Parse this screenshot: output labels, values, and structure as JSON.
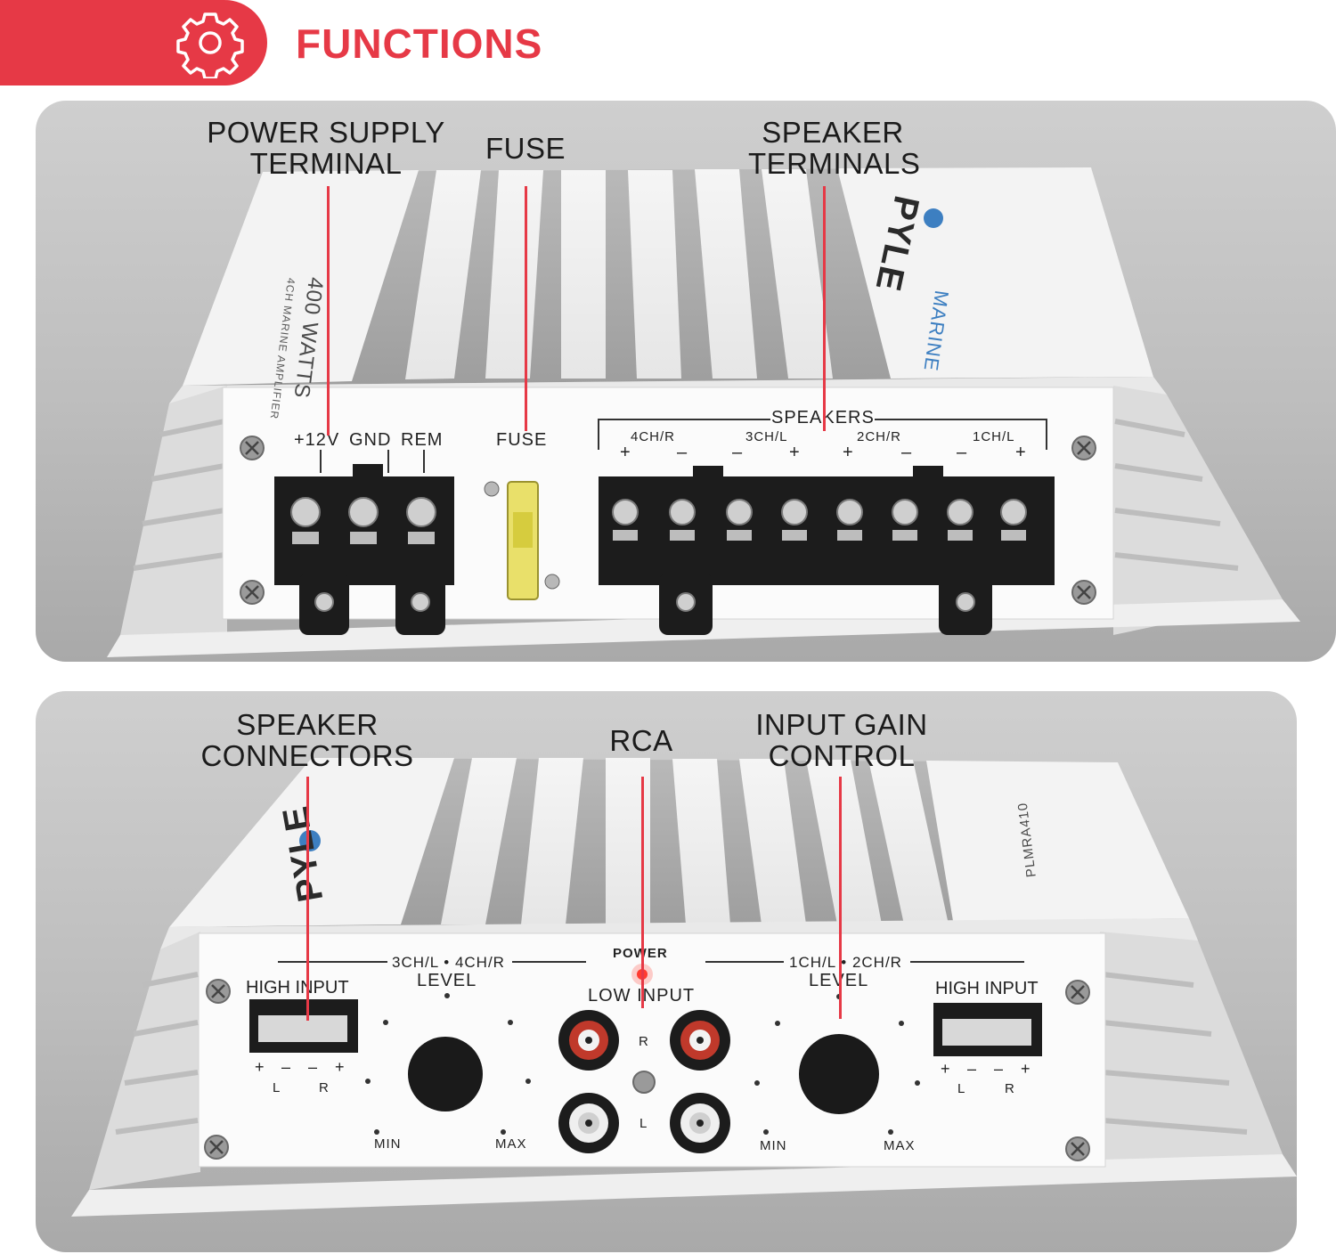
{
  "header": {
    "title": "FUNCTIONS",
    "icon": "gear-icon",
    "accent_color": "#e63946"
  },
  "top_panel": {
    "callouts": {
      "power_supply_terminal": [
        "POWER SUPPLY",
        "TERMINAL"
      ],
      "fuse": "FUSE",
      "speaker_terminals": [
        "SPEAKER",
        "TERMINALS"
      ]
    },
    "device": {
      "brand": "PYLE",
      "model_text": "400 WATTS",
      "sub_text": "4CH MARINE AMPLIFIER",
      "series": "MARINE",
      "power_labels": [
        "+12V",
        "GND",
        "REM"
      ],
      "fuse_label": "FUSE",
      "speakers_label": "SPEAKERS",
      "channels": [
        "4CH/R",
        "3CH/L",
        "2CH/R",
        "1CH/L"
      ],
      "polarity": [
        "+",
        "–",
        "–",
        "+",
        "+",
        "–",
        "–",
        "+"
      ]
    }
  },
  "bottom_panel": {
    "callouts": {
      "speaker_connectors": [
        "SPEAKER",
        "CONNECTORS"
      ],
      "rca": "RCA",
      "input_gain_control": [
        "INPUT GAIN",
        "CONTROL"
      ]
    },
    "device": {
      "brand": "PYLE",
      "model_text": "PLMRA410",
      "power_label": "POWER",
      "left_group": "3CH/L • 4CH/R",
      "right_group": "1CH/L • 2CH/R",
      "level": "LEVEL",
      "high_input": "HIGH INPUT",
      "low_input": "LOW INPUT",
      "rca_r": "R",
      "rca_l": "L",
      "min": "MIN",
      "max": "MAX",
      "pins": [
        "+",
        "–",
        "–",
        "+"
      ],
      "lr": [
        "L",
        "R"
      ]
    }
  }
}
